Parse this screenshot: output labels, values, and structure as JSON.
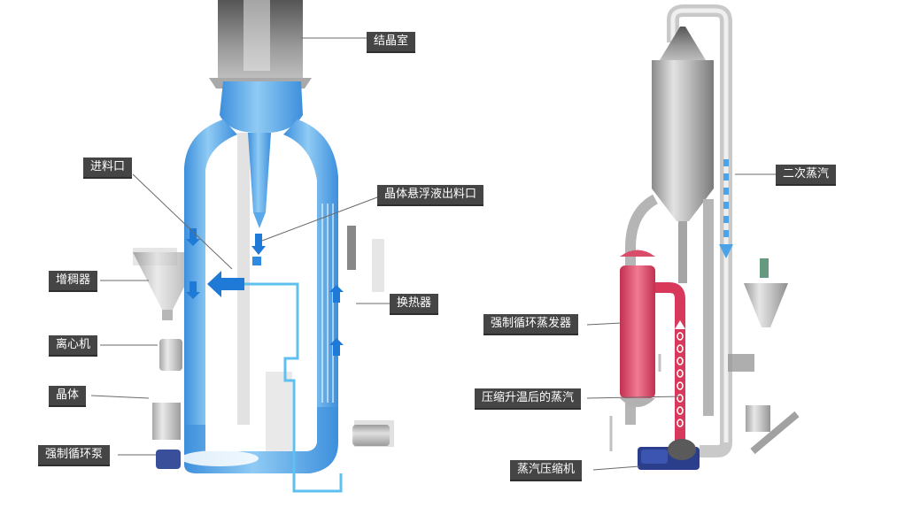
{
  "colors": {
    "flow_blue": "#4aa3e8",
    "flow_blue_dark": "#1e7ad6",
    "steam_red": "#e2405e",
    "label_bg": "#454545",
    "metal_light": "#d6d6d6",
    "metal_dark": "#8c8c8c",
    "motor_blue": "#2a3e8c"
  },
  "labels": {
    "crystallization_chamber": "结晶室",
    "feed_inlet": "进料口",
    "crystal_suspension_outlet": "晶体悬浮液出料口",
    "thickener": "增稠器",
    "heat_exchanger": "换热器",
    "centrifuge": "离心机",
    "crystal": "晶体",
    "forced_circulation_pump": "强制循环泵",
    "secondary_steam": "二次蒸汽",
    "forced_circulation_evaporator": "强制循环蒸发器",
    "compressed_heated_steam": "压缩升温后的蒸汽",
    "steam_compressor": "蒸汽压缩机"
  }
}
